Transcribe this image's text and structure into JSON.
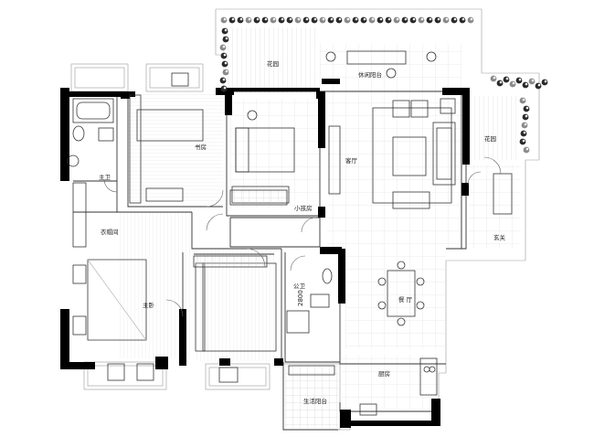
{
  "rooms": {
    "garden_top": "花园",
    "leisure_balcony": "休闲阳台",
    "garden_right": "花园",
    "master_bath": "主卫",
    "study": "书房",
    "living_room": "客厅",
    "small_bedroom": "小孩房",
    "entrance": "玄关",
    "walk_in_closet": "衣帽间",
    "master_bedroom": "主卧",
    "public_bath": "公卫",
    "dining": "餐 厅",
    "kitchen": "厨房",
    "service_balcony": "生活阳台"
  },
  "dimensions": {
    "public_bath_width": "2800"
  },
  "colors": {
    "wall": "#000000",
    "line": "#333333",
    "thin": "#9a9a9a",
    "plant_dark": "#2a2a2a",
    "plant_mid": "#8a8a8a"
  }
}
